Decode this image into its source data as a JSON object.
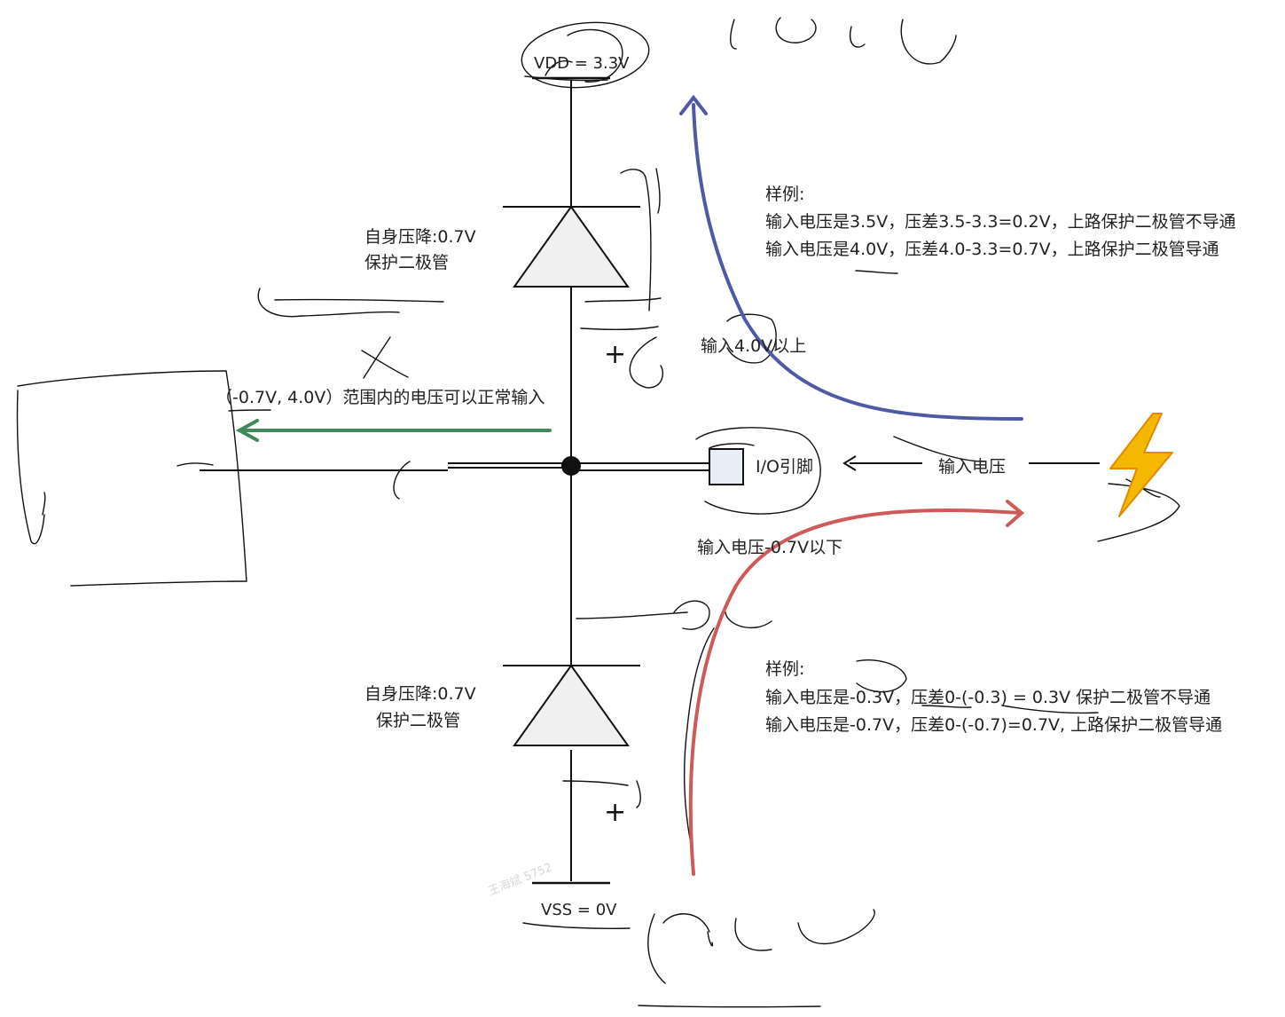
{
  "vdd_label": "VDD = 3.3V",
  "vss_label": "VSS = 0V",
  "top_diode": {
    "line1": "自身压降:0.7V",
    "line2": "保护二极管"
  },
  "bottom_diode": {
    "line1": "自身压降:0.7V",
    "line2": "保护二极管"
  },
  "plus_sign": "+",
  "normal_range": "（-0.7V, 4.0V）范围内的电压可以正常输入",
  "io_pin": "I/O引脚",
  "input_voltage": "输入电压",
  "above_label": "输入4.0V以上",
  "below_label": "输入电压-0.7V以下",
  "example_top": {
    "title": "样例:",
    "line1": "输入电压是3.5V，压差3.5-3.3=0.2V，上路保护二极管不导通",
    "line2": "输入电压是4.0V，压差4.0-3.3=0.7V，上路保护二极管导通"
  },
  "example_bottom": {
    "title": "样例:",
    "line1": "输入电压是-0.3V，压差0-(-0.3) = 0.3V 保护二极管不导通",
    "line2": "输入电压是-0.7V，压差0-(-0.7)=0.7V, 上路保护二极管导通"
  },
  "lightning_icon": "⚡",
  "watermark": "王海斌 5752",
  "colors": {
    "blue_arrow": "#4e5aa6",
    "green_arrow": "#3f8a5a",
    "red_arrow": "#cf5a5a",
    "io_box_fill": "#e9edf8",
    "diode_fill": "#f0f0f0",
    "lightning": "#f5b800"
  }
}
